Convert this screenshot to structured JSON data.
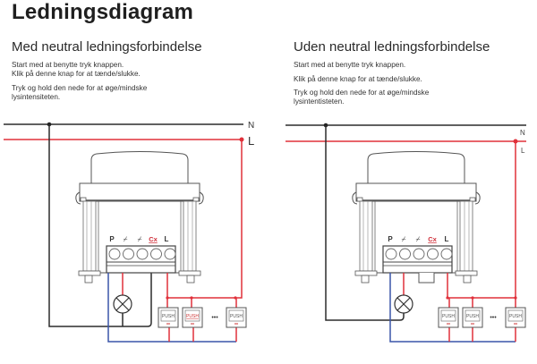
{
  "page": {
    "title": "Ledningsdiagram"
  },
  "diagrams": [
    {
      "heading": "Med neutral ledningsforbindelse",
      "instructions": [
        "Start med at benytte tryk knappen.",
        "Klik på denne knap for at tænde/slukke.",
        "Tryk og hold den nede for at øge/mindske lysintensiteten."
      ],
      "line_labels": {
        "neutral": "N",
        "live": "L"
      },
      "terminals": [
        "P",
        "⌿",
        "⌿",
        "Cx",
        "L"
      ],
      "push_buttons": [
        "PUSH",
        "PUSH",
        "PUSH"
      ],
      "ellipsis": "•••",
      "has_neutral_to_device": true
    },
    {
      "heading": "Uden neutral ledningsforbindelse",
      "instructions": [
        "Start med at benytte tryk knappen.",
        "Klik på denne knap for at tænde/slukke.",
        "Tryk og hold den nede for at øge/mindske lysintentisteten."
      ],
      "line_labels": {
        "neutral": "N",
        "live": "L"
      },
      "terminals": [
        "P",
        "⌿",
        "⌿",
        "Cx",
        "L"
      ],
      "push_buttons": [
        "PUSH",
        "PUSH",
        "PUSH"
      ],
      "ellipsis": "•••",
      "has_neutral_to_device": false
    }
  ],
  "colors": {
    "neutral_wire": "#2b2b2b",
    "live_wire": "#e0303a",
    "switch_wire": "#3a55a8",
    "device_outline": "#555555",
    "cx_label": "#d0303a"
  }
}
